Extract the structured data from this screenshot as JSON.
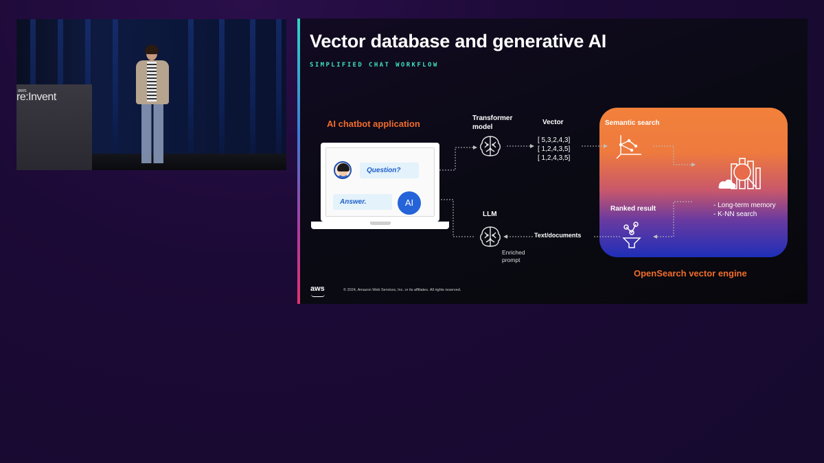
{
  "video": {
    "banner_aws": "aws",
    "banner_text": "re:Invent"
  },
  "slide": {
    "title": "Vector database and generative AI",
    "subtitle": "SIMPLIFIED CHAT WORKFLOW",
    "app_label": "AI chatbot application",
    "chat": {
      "question": "Question?",
      "answer": "Answer.",
      "ai_badge": "AI"
    },
    "transformer_label_line1": "Transformer",
    "transformer_label_line2": "model",
    "vector_label": "Vector",
    "vectors": [
      "[ 5,3,2,4,3]",
      "[ 1,2,4,3,5]",
      "[ 1,2,4,3,5]"
    ],
    "llm_label": "LLM",
    "enriched_line1": "Enriched",
    "enriched_line2": "prompt",
    "text_documents": "Text/documents",
    "semantic_search": "Semantic search",
    "ranked_result": "Ranked result",
    "features": [
      "- Long-term memory",
      "- K-NN search"
    ],
    "opensearch_label": "OpenSearch vector engine",
    "footer_logo": "aws",
    "copyright": "© 2024, Amazon Web Services, Inc. or its affiliates. All rights reserved."
  },
  "colors": {
    "accent_orange": "#f26c2a",
    "subtitle_teal": "#3fe0c0",
    "ai_blue": "#2563d8"
  }
}
